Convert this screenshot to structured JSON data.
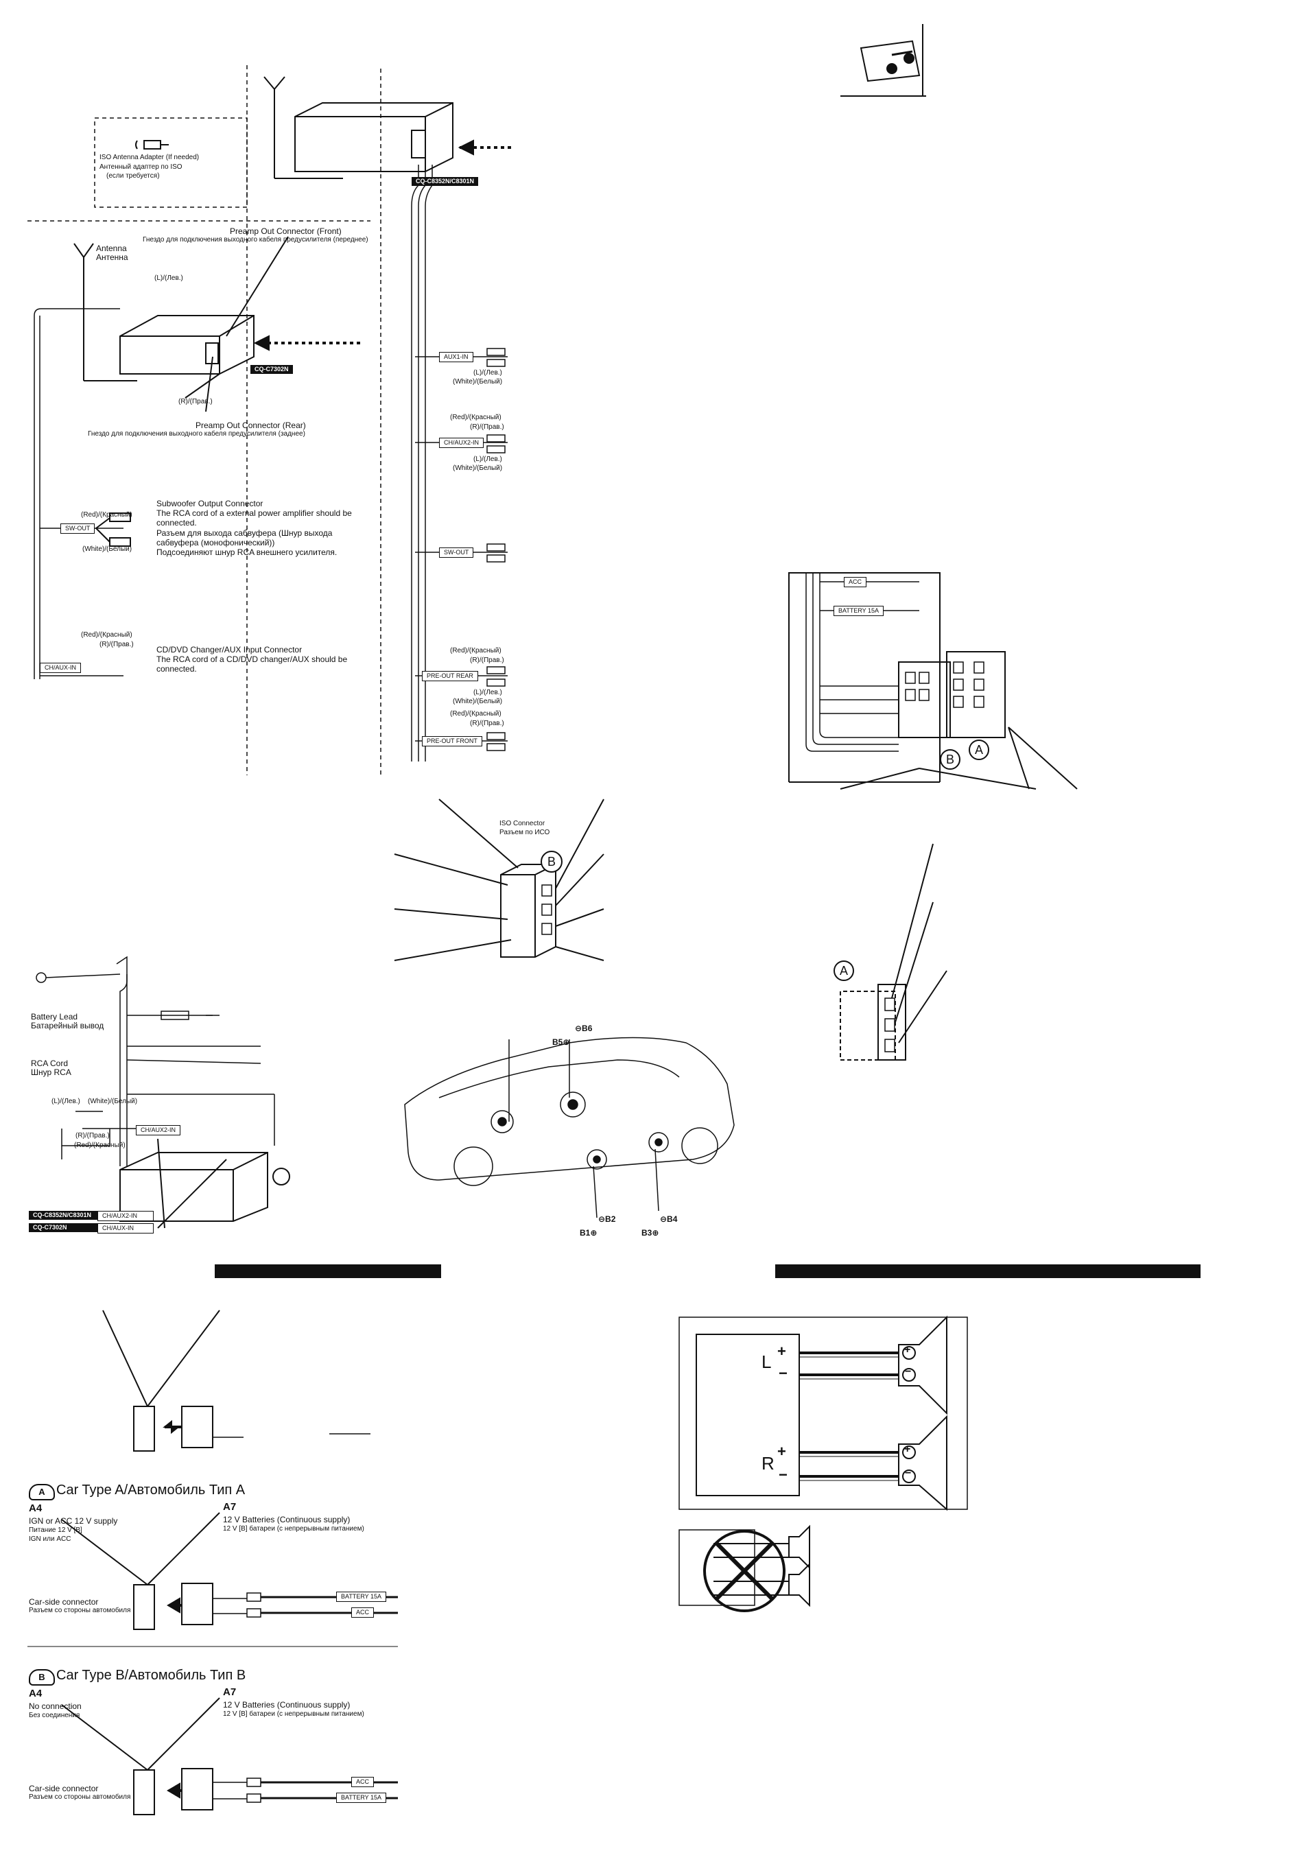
{
  "models": {
    "cq_c8352n": "CQ-C8352N/C8301N",
    "cq_c7302n": "CQ-C7302N",
    "cq_c7xxx_small": "CQ-C7302N"
  },
  "antenna_adapter": {
    "line1": "ISO Antenna Adapter (If needed)",
    "line2": "Антенный адаптер по ISO",
    "line3": "(если требуется)"
  },
  "antenna": {
    "en": "Antenna",
    "ru": "Антенна"
  },
  "preamp_front": {
    "en": "Preamp Out Connector (Front)",
    "ru": "Гнездо для подключения выходного кабеля предусилителя (переднее)"
  },
  "preamp_rear": {
    "en": "Preamp Out Connector (Rear)",
    "ru": "Гнездо для подключения выходного кабеля предусилителя (заднее)"
  },
  "channel_labels": {
    "l_lev": "(L)/(Лев.)",
    "r_prav": "(R)/(Прав.)",
    "red": "(Red)/(Красный)",
    "white": "(White)/(Белый)"
  },
  "subwoofer": {
    "tag": "SW-OUT",
    "title": "Subwoofer Output Connector",
    "desc_en": "The RCA cord of a external power amplifier should be connected.",
    "ru1": "Разъем для выхода сабвуфера (Шнур выхода сабвуфера (монофонический))",
    "ru2": "Подсоединяют шнур RCA внешнего усилителя."
  },
  "cd_changer": {
    "tag": "CH/AUX-IN",
    "title": "CD/DVD Changer/AUX Input Connector",
    "desc_en": "The RCA cord of a CD/DVD changer/AUX should be connected."
  },
  "right_cable_tags": {
    "aux1": "AUX1-IN",
    "chaux2": "CH/AUX2-IN",
    "swout": "SW-OUT",
    "rear": "PRE-OUT REAR",
    "front": "PRE-OUT FRONT"
  },
  "harness_tags": {
    "acc": "ACC",
    "battery": "BATTERY 15A"
  },
  "iso_connector": {
    "en": "ISO Connector",
    "ru": "Разъем по ИСО"
  },
  "battery_lead": {
    "en": "Battery Lead",
    "ru": "Батарейный вывод"
  },
  "rca_cord": {
    "en": "RCA Cord",
    "ru": "Шнур RCA"
  },
  "model_rows": [
    {
      "model": "CQ-C8352N/C8301N",
      "tag": "CH/AUX2-IN"
    },
    {
      "model": "CQ-C7302N",
      "tag": "CH/AUX-IN"
    }
  ],
  "speakers": {
    "b1": "B1⊕",
    "b2": "⊖B2",
    "b3": "B3⊕",
    "b4": "⊖B4",
    "b5": "B5⊕",
    "b6": "⊖B6"
  },
  "letters": {
    "a": "A",
    "b": "B"
  },
  "car_type_a": {
    "title": "Car Type A/Автомобиль Тип A",
    "a4": "A4",
    "a4_en": "IGN or ACC 12 V supply",
    "a4_ru1": "Питание 12 V [B]",
    "a4_ru2": "IGN или ACC",
    "a7": "A7",
    "a7_en": "12 V Batteries (Continuous supply)",
    "a7_ru": "12 V [B] батареи (с непрерывным питанием)",
    "car_side": "Car-side connector",
    "car_side_ru": "Разъем со стороны автомобиля"
  },
  "car_type_b": {
    "title": "Car Type B/Автомобиль Тип B",
    "a4": "A4",
    "a4_en": "No connection",
    "a4_ru": "Без соединения",
    "a7": "A7",
    "a7_en": "12 V Batteries (Continuous supply)",
    "a7_ru": "12 V [B] батареи (с непрерывным питанием)",
    "car_side": "Car-side connector",
    "car_side_ru": "Разъем со стороны автомобиля"
  },
  "speaker_diagram": {
    "l": "L",
    "r": "R",
    "plus": "+",
    "minus": "−"
  }
}
